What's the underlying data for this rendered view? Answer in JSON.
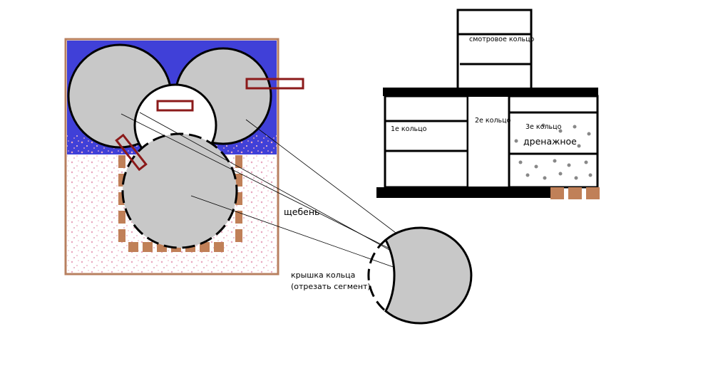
{
  "labels": {
    "gravel": "щебень",
    "lid_line1": "крышка кольца",
    "lid_line2": "(отрезать сегмент)",
    "inspection_ring": "смотровое кольцо",
    "ring1": "1е кольцо",
    "ring2": "2е кольцо",
    "ring3": "3е кольцо",
    "drainage": "дренажное"
  },
  "colors": {
    "sky_blue": "#4040d8",
    "ring_gray": "#c8c8c8",
    "pit_border": "#b88060",
    "brick": "#c08058",
    "pipe_red": "#8b1a1a",
    "gravel_pink": "#e8b8c8",
    "outline": "#000000",
    "gravel_dot": "#888888"
  }
}
